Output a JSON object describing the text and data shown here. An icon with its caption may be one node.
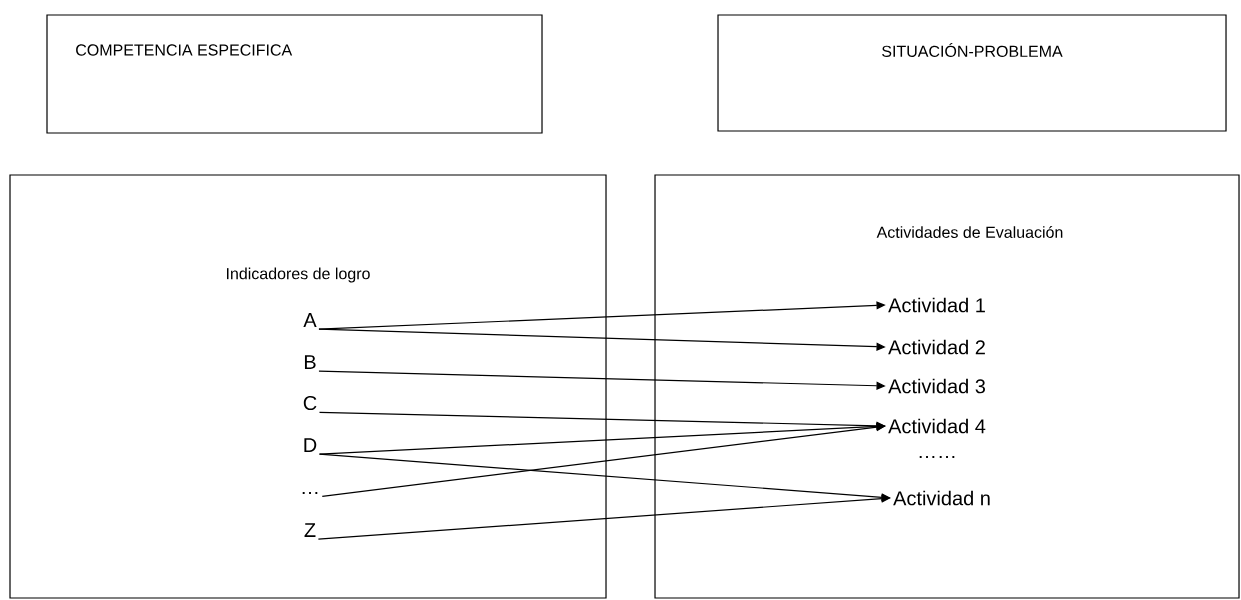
{
  "diagram": {
    "nodes": [
      {
        "text": [
          "COMPETENCIA ESPECIFICA"
        ]
      },
      {
        "text": [
          "SITUACIÓN-PROBLEMA"
        ]
      },
      {
        "text": [
          "Indicadores de logro"
        ]
      },
      {
        "text": [
          "Actividades de Evaluación"
        ]
      },
      {
        "text": [
          "A"
        ],
        "in": 2
      },
      {
        "text": [
          "B"
        ],
        "in": 2
      },
      {
        "text": [
          "C"
        ],
        "in": 2
      },
      {
        "text": [
          "D"
        ],
        "in": 2
      },
      {
        "text": [
          "…"
        ],
        "in": 2
      },
      {
        "text": [
          "Z"
        ],
        "in": 2
      },
      {
        "text": [
          "Actividad 1"
        ],
        "in": 3
      },
      {
        "text": [
          "Actividad 2"
        ],
        "in": 3
      },
      {
        "text": [
          "Actividad 3"
        ],
        "in": 3
      },
      {
        "text": [
          "Actividad 4"
        ],
        "in": 3
      },
      {
        "text": [
          "……"
        ],
        "in": 3
      },
      {
        "text": [
          "Actividad  n"
        ],
        "in": 3
      }
    ],
    "edges": [
      {
        "from": 4,
        "to": 10,
        "arrow": "to"
      },
      {
        "from": 4,
        "to": 11,
        "arrow": "to"
      },
      {
        "from": 5,
        "to": 12,
        "arrow": "to"
      },
      {
        "from": 6,
        "to": 13,
        "arrow": "to"
      },
      {
        "from": 7,
        "to": 13,
        "arrow": "to"
      },
      {
        "from": 7,
        "to": 15,
        "arrow": "to"
      },
      {
        "from": 8,
        "to": 13,
        "arrow": "to"
      },
      {
        "from": 9,
        "to": 15,
        "arrow": "to"
      }
    ]
  }
}
